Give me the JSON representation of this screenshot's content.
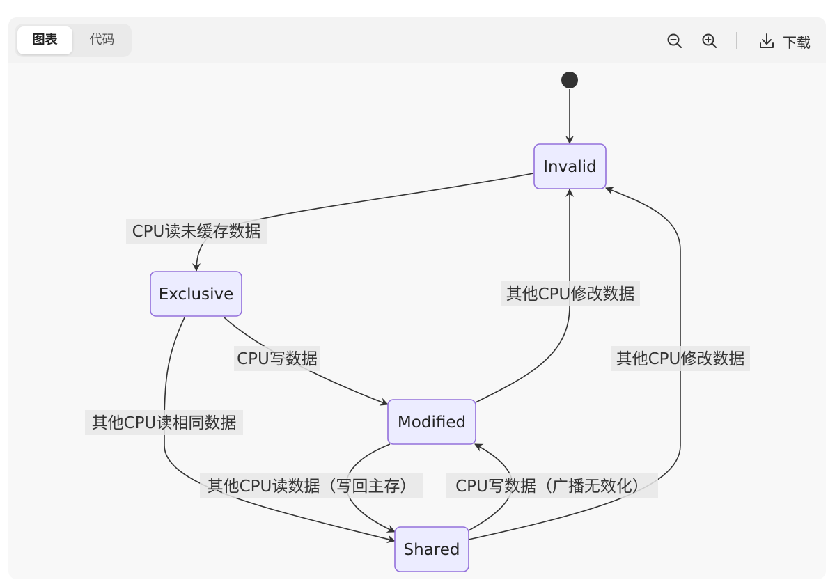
{
  "tabs": {
    "chart": "图表",
    "code": "代码"
  },
  "toolbar": {
    "zoom_out_icon": "zoom-out-icon",
    "zoom_in_icon": "zoom-in-icon",
    "download_icon": "download-icon",
    "download_label": "下载"
  },
  "diagram": {
    "type": "stateDiagram",
    "states": {
      "invalid": "Invalid",
      "exclusive": "Exclusive",
      "modified": "Modified",
      "shared": "Shared"
    },
    "transitions": {
      "invalid_to_exclusive": "CPU读未缓存数据",
      "exclusive_to_modified": "CPU写数据",
      "modified_to_invalid": "其他CPU修改数据",
      "shared_to_invalid": "其他CPU修改数据",
      "exclusive_to_shared": "其他CPU读相同数据",
      "modified_to_shared": "其他CPU读数据（写回主存）",
      "shared_to_modified": "CPU写数据（广播无效化）"
    },
    "colors": {
      "node_fill": "#ececff",
      "node_stroke": "#9370db",
      "edge": "#333333",
      "label_bg": "#e8e8e8",
      "start": "#333333"
    }
  }
}
